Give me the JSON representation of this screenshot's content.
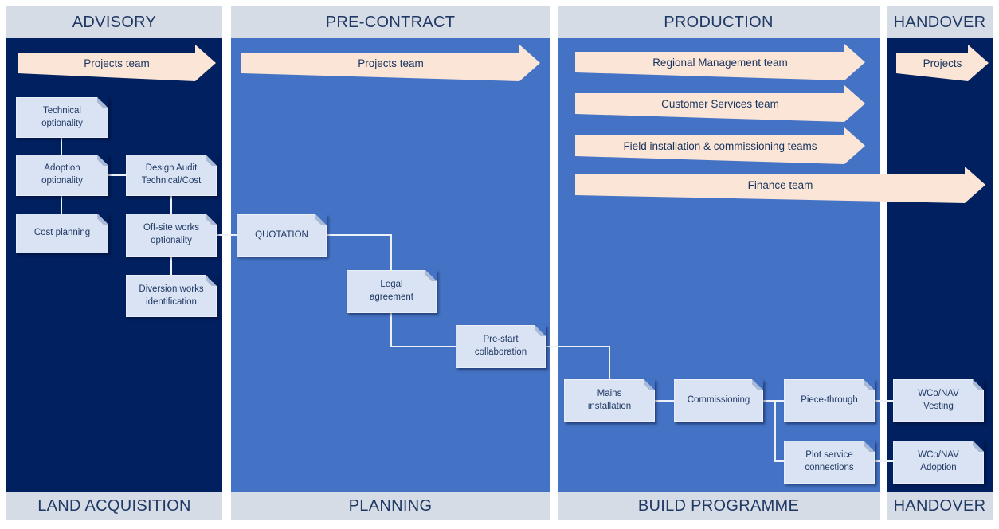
{
  "panels": [
    {
      "header": "ADVISORY",
      "footer": "LAND ACQUISITION"
    },
    {
      "header": "PRE-CONTRACT",
      "footer": "PLANNING"
    },
    {
      "header": "PRODUCTION",
      "footer": "BUILD PROGRAMME"
    },
    {
      "header": "HANDOVER",
      "footer": "HANDOVER"
    }
  ],
  "arrows": [
    {
      "id": "advisory-projects-team",
      "label": "Projects team"
    },
    {
      "id": "precontract-projects-team",
      "label": "Projects team"
    },
    {
      "id": "regional-management-team",
      "label": "Regional Management team"
    },
    {
      "id": "customer-services-team",
      "label": "Customer Services team"
    },
    {
      "id": "field-installation-teams",
      "label": "Field installation & commissioning teams"
    },
    {
      "id": "finance-team",
      "label": "Finance team"
    },
    {
      "id": "handover-projects",
      "label": "Projects"
    }
  ],
  "boxes": [
    {
      "id": "technical-optionality",
      "label": "Technical\noptionality"
    },
    {
      "id": "adoption-optionality",
      "label": "Adoption\noptionality"
    },
    {
      "id": "cost-planning",
      "label": "Cost planning"
    },
    {
      "id": "design-audit",
      "label": "Design Audit\nTechnical/Cost"
    },
    {
      "id": "off-site-works",
      "label": "Off-site works\noptionality"
    },
    {
      "id": "diversion-works",
      "label": "Diversion works\nidentification"
    },
    {
      "id": "quotation",
      "label": "QUOTATION"
    },
    {
      "id": "legal-agreement",
      "label": "Legal\nagreement"
    },
    {
      "id": "pre-start-collaboration",
      "label": "Pre-start\ncollaboration"
    },
    {
      "id": "mains-installation",
      "label": "Mains\ninstallation"
    },
    {
      "id": "commissioning",
      "label": "Commissioning"
    },
    {
      "id": "piece-through",
      "label": "Piece-through"
    },
    {
      "id": "plot-service-connections",
      "label": "Plot service\nconnections"
    },
    {
      "id": "wco-nav-vesting",
      "label": "WCo/NAV\nVesting"
    },
    {
      "id": "wco-nav-adoption",
      "label": "WCo/NAV\nAdoption"
    }
  ],
  "colors": {
    "panel_dark": "#00205f",
    "panel_blue": "#4472c4",
    "band": "#d6dce5",
    "box_fill": "#dae3f3",
    "arrow_fill": "#fbe5d6",
    "text_navy": "#1f3864",
    "connector": "#edf1f8"
  }
}
